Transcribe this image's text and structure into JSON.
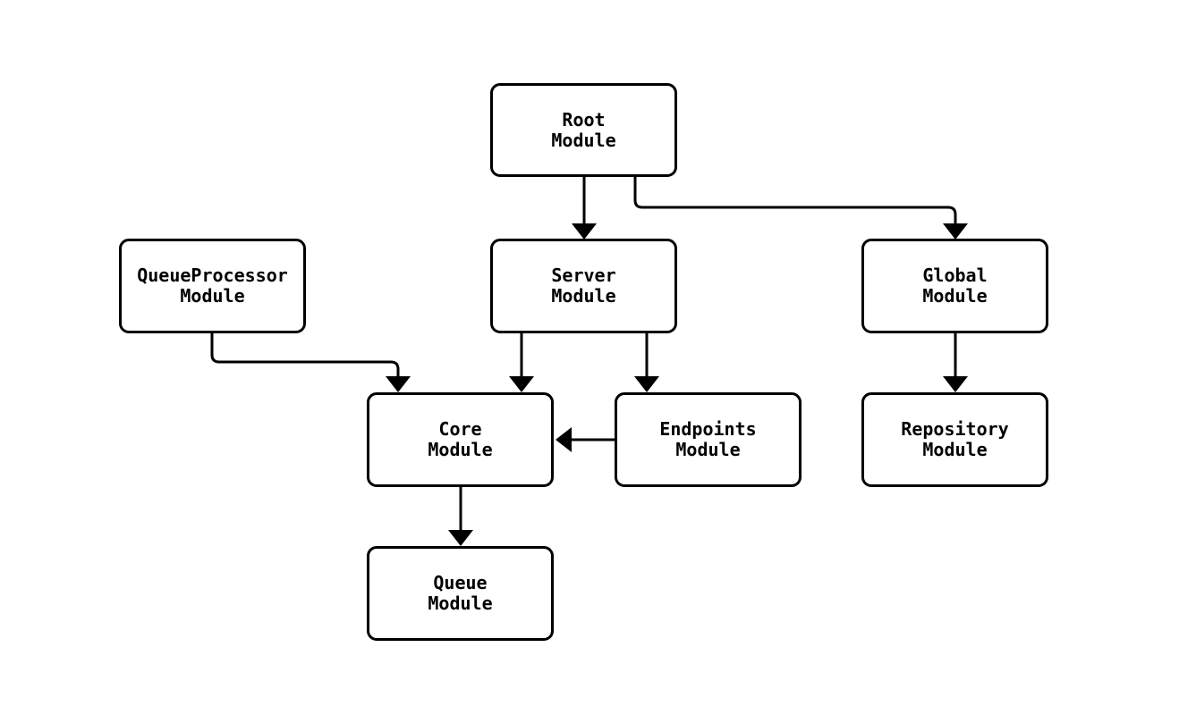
{
  "diagram": {
    "background_color": "#ffffff",
    "node_fill_color": "#ffffff",
    "line_color": "#000000",
    "nodes": [
      {
        "id": "root",
        "label": "Root\nModule"
      },
      {
        "id": "queueprocessor",
        "label": "QueueProcessor\nModule"
      },
      {
        "id": "server",
        "label": "Server\nModule"
      },
      {
        "id": "global",
        "label": "Global\nModule"
      },
      {
        "id": "core",
        "label": "Core\nModule"
      },
      {
        "id": "endpoints",
        "label": "Endpoints\nModule"
      },
      {
        "id": "repository",
        "label": "Repository\nModule"
      },
      {
        "id": "queue",
        "label": "Queue\nModule"
      }
    ],
    "edges": [
      {
        "from": "root",
        "to": "server"
      },
      {
        "from": "root",
        "to": "global"
      },
      {
        "from": "queueprocessor",
        "to": "core"
      },
      {
        "from": "server",
        "to": "core"
      },
      {
        "from": "server",
        "to": "endpoints"
      },
      {
        "from": "endpoints",
        "to": "core"
      },
      {
        "from": "core",
        "to": "queue"
      },
      {
        "from": "global",
        "to": "repository"
      }
    ]
  }
}
